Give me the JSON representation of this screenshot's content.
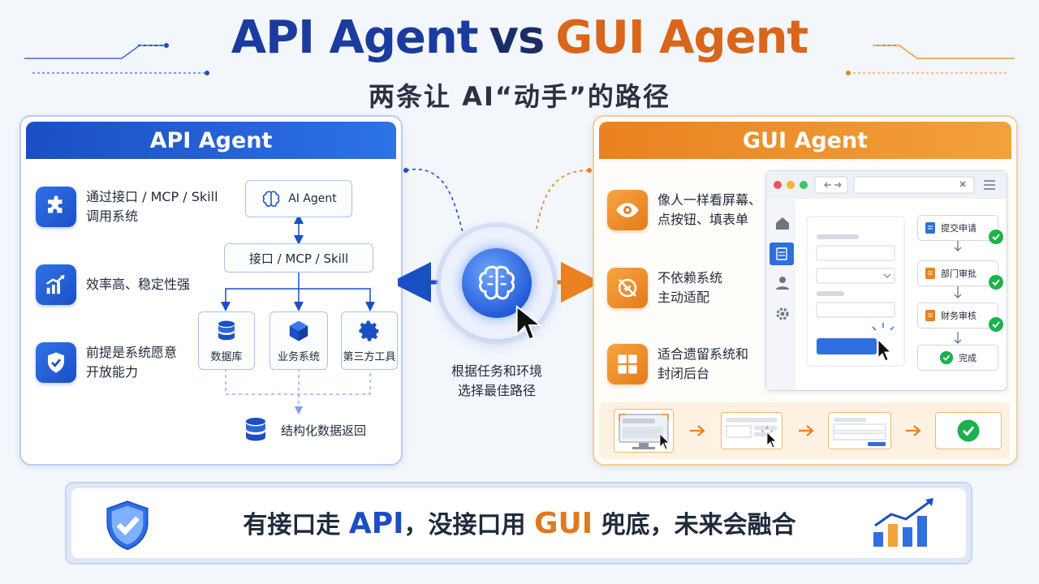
{
  "title": {
    "api": "API Agent",
    "vs": "vs",
    "gui": "GUI Agent"
  },
  "subtitle": "两条让 AI“动手”的路径",
  "api_panel": {
    "header": "API Agent",
    "features": [
      {
        "icon": "puzzle-icon",
        "lines": [
          "通过接口 / MCP / Skill",
          "调用系统"
        ]
      },
      {
        "icon": "chart-up-icon",
        "lines": [
          "效率高、稳定性强"
        ]
      },
      {
        "icon": "shield-check-icon",
        "lines": [
          "前提是系统愿意",
          "开放能力"
        ]
      }
    ],
    "diagram": {
      "agent_node": "AI Agent",
      "interface_node": "接口 / MCP / Skill",
      "targets": [
        "数据库",
        "业务系统",
        "第三方工具"
      ],
      "result": "结构化数据返回"
    }
  },
  "center": {
    "lines": [
      "根据任务和环境",
      "选择最佳路径"
    ]
  },
  "gui_panel": {
    "header": "GUI Agent",
    "features": [
      {
        "icon": "eye-icon",
        "lines": [
          "像人一样看屏幕、",
          "点按钮、填表单"
        ]
      },
      {
        "icon": "no-link-icon",
        "lines": [
          "不依赖系统",
          "主动适配"
        ]
      },
      {
        "icon": "grid-icon",
        "lines": [
          "适合遗留系统和",
          "封闭后台"
        ]
      }
    ],
    "flow": [
      "提交申请",
      "部门审批",
      "财务审核",
      "完成"
    ]
  },
  "banner": {
    "prefix": "有接口走 ",
    "api": "API",
    "middle": "，没接口用 ",
    "gui": "GUI",
    "suffix": " 兜底，未来会融合"
  },
  "colors": {
    "api_blue": "#1b4fc4",
    "gui_orange": "#e9821f",
    "check_green": "#1db14b"
  }
}
